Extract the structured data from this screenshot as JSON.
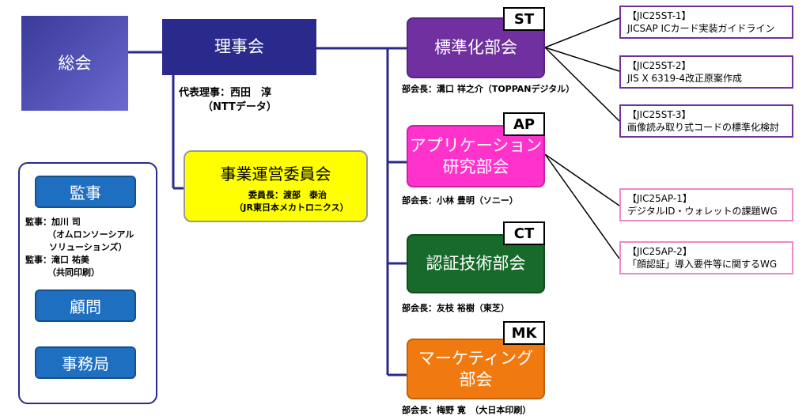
{
  "general_assembly": {
    "label": "総会"
  },
  "board": {
    "label": "理事会",
    "rep_line1": "代表理事：西田　淳",
    "rep_line2": "（NTTデータ）"
  },
  "business_committee": {
    "label": "事業運営委員会",
    "chair_line1": "委員長：渡部　泰治",
    "chair_line2": "（JR東日本メカトロニクス）"
  },
  "side_panel": {
    "auditor_label": "監事",
    "auditor1_line1": "監事：加川 司",
    "auditor1_line2": "（オムロンソーシアル",
    "auditor1_line3": "ソリューションズ）",
    "auditor2_line1": "監事：滝口 祐美",
    "auditor2_line2": "（共同印刷）",
    "advisor_label": "顧問",
    "secretariat_label": "事務局"
  },
  "subcommittees": [
    {
      "code": "ST",
      "label_line1": "標準化部会",
      "label_line2": "",
      "chair": "部会長：溝口 祥之介（TOPPANデジタル）",
      "color": "#7030a0"
    },
    {
      "code": "AP",
      "label_line1": "アプリケーション",
      "label_line2": "研究部会",
      "chair": "部会長：小林 豊明（ソニー）",
      "color": "#ff33cc"
    },
    {
      "code": "CT",
      "label_line1": "認証技術部会",
      "label_line2": "",
      "chair": "部会長：友枝 裕樹（東芝）",
      "color": "#176a2a"
    },
    {
      "code": "MK",
      "label_line1": "マーケティング",
      "label_line2": "部会",
      "chair": "部会長：梅野 寛　（大日本印刷）",
      "color": "#f07a10"
    }
  ],
  "working_groups": [
    {
      "id": "【JIC25ST-1】",
      "title": "JICSAP ICカード実装ガイドライン",
      "border": "#7030a0"
    },
    {
      "id": "【JIC25ST-2】",
      "title": "JIS X 6319-4改正原案作成",
      "border": "#7030a0"
    },
    {
      "id": "【JIC25ST-3】",
      "title": "画像読み取り式コードの標準化検討",
      "border": "#7030a0"
    },
    {
      "id": "【JIC25AP-1】",
      "title": "デジタルID・ウォレットの課題WG",
      "border": "#ee88cc"
    },
    {
      "id": "【JIC25AP-2】",
      "title": "「顔認証」導入要件等に関するWG",
      "border": "#ee88cc"
    }
  ],
  "colors": {
    "navy": "#2a2a8c",
    "line": "#2a2a8c",
    "yellow": "#ffff00"
  }
}
